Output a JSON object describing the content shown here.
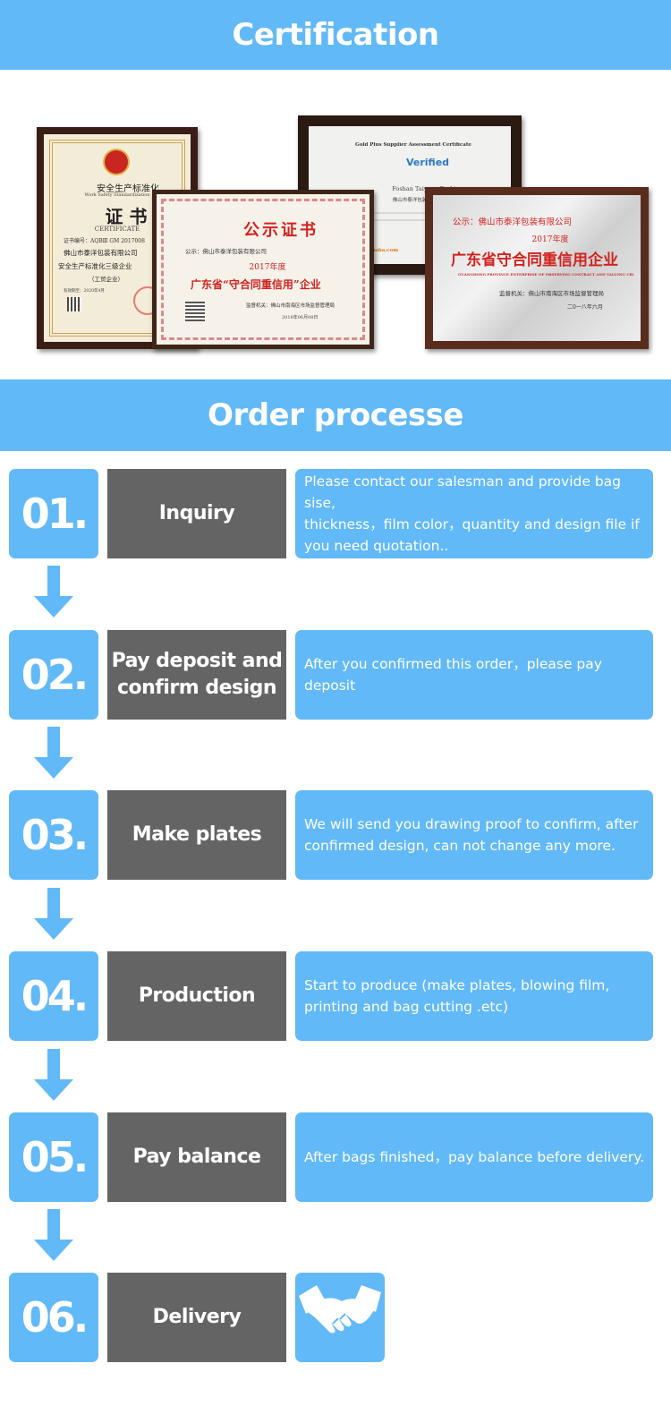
{
  "certification": {
    "title": "Certification",
    "certificates": [
      {
        "id": "safety",
        "line1": "安全生产标准化",
        "line2": "Work Safety Standardization",
        "line3": "证 书",
        "line4": "CERTIFICATE",
        "line5": "证书编号：AQBⅢ GM 2017008",
        "line6": "佛山市泰洋包装有限公司",
        "line7": "安全生产标准化三级企业",
        "line8": "（工贸企业）",
        "line9": "有效期至：2020年4月"
      },
      {
        "id": "public-notice",
        "line1": "公示证书",
        "line2": "公示：佛山市泰洋包装有限公司",
        "line3": "2017年度",
        "line4": "广东省“守合同重信用”企业",
        "line5": "监督机关：佛山市南海区市场监督管理局",
        "line6": "2018年06月08日"
      },
      {
        "id": "gold-plus",
        "line1": "Gold Plus Supplier Assessment Certificate",
        "line2": "Verified",
        "line3": "Foshan Taiyang Packing",
        "line4": "佛山市泰洋包装有限公司",
        "line5": "Alibaba.com"
      },
      {
        "id": "credit",
        "line1": "公示：佛山市泰洋包装有限公司",
        "line2": "2017年度",
        "line3": "广东省守合同重信用企业",
        "line4": "GUANGDONG PROVINCE ENTERPRISE OF OBSERVING CONTRACT AND VALUING CREDIT",
        "line5": "监督机关：佛山市南海区市场监督管理局",
        "line6": "二0一八年六月"
      }
    ]
  },
  "order": {
    "title": "Order processe",
    "steps": [
      {
        "number": "01.",
        "title_lines": [
          "Inquiry"
        ],
        "desc_lines": [
          "Please contact our  salesman and provide bag sise,",
          "thickness，film color，quantity and design file if",
          "you need quotation.."
        ]
      },
      {
        "number": "02.",
        "title_lines": [
          "Pay deposit and",
          "confirm design"
        ],
        "desc_lines": [
          "After you confirmed this order，please pay",
          "deposit"
        ]
      },
      {
        "number": "03.",
        "title_lines": [
          "Make plates"
        ],
        "desc_lines": [
          "We will send you drawing proof to confirm, after",
          "confirmed design, can not change any more."
        ]
      },
      {
        "number": "04.",
        "title_lines": [
          "Production"
        ],
        "desc_lines": [
          "Start to produce (make plates, blowing film,",
          "printing  and bag cutting .etc)"
        ]
      },
      {
        "number": "05.",
        "title_lines": [
          "Pay balance"
        ],
        "desc_lines": [
          "After bags finished，pay balance before delivery."
        ]
      },
      {
        "number": "06.",
        "title_lines": [
          "Delivery"
        ],
        "icon": "handshake-icon"
      }
    ]
  },
  "colors": {
    "accent_blue": "#62b9f7",
    "step_gray": "#646464",
    "white": "#ffffff",
    "cert_red": "#d2231f"
  }
}
